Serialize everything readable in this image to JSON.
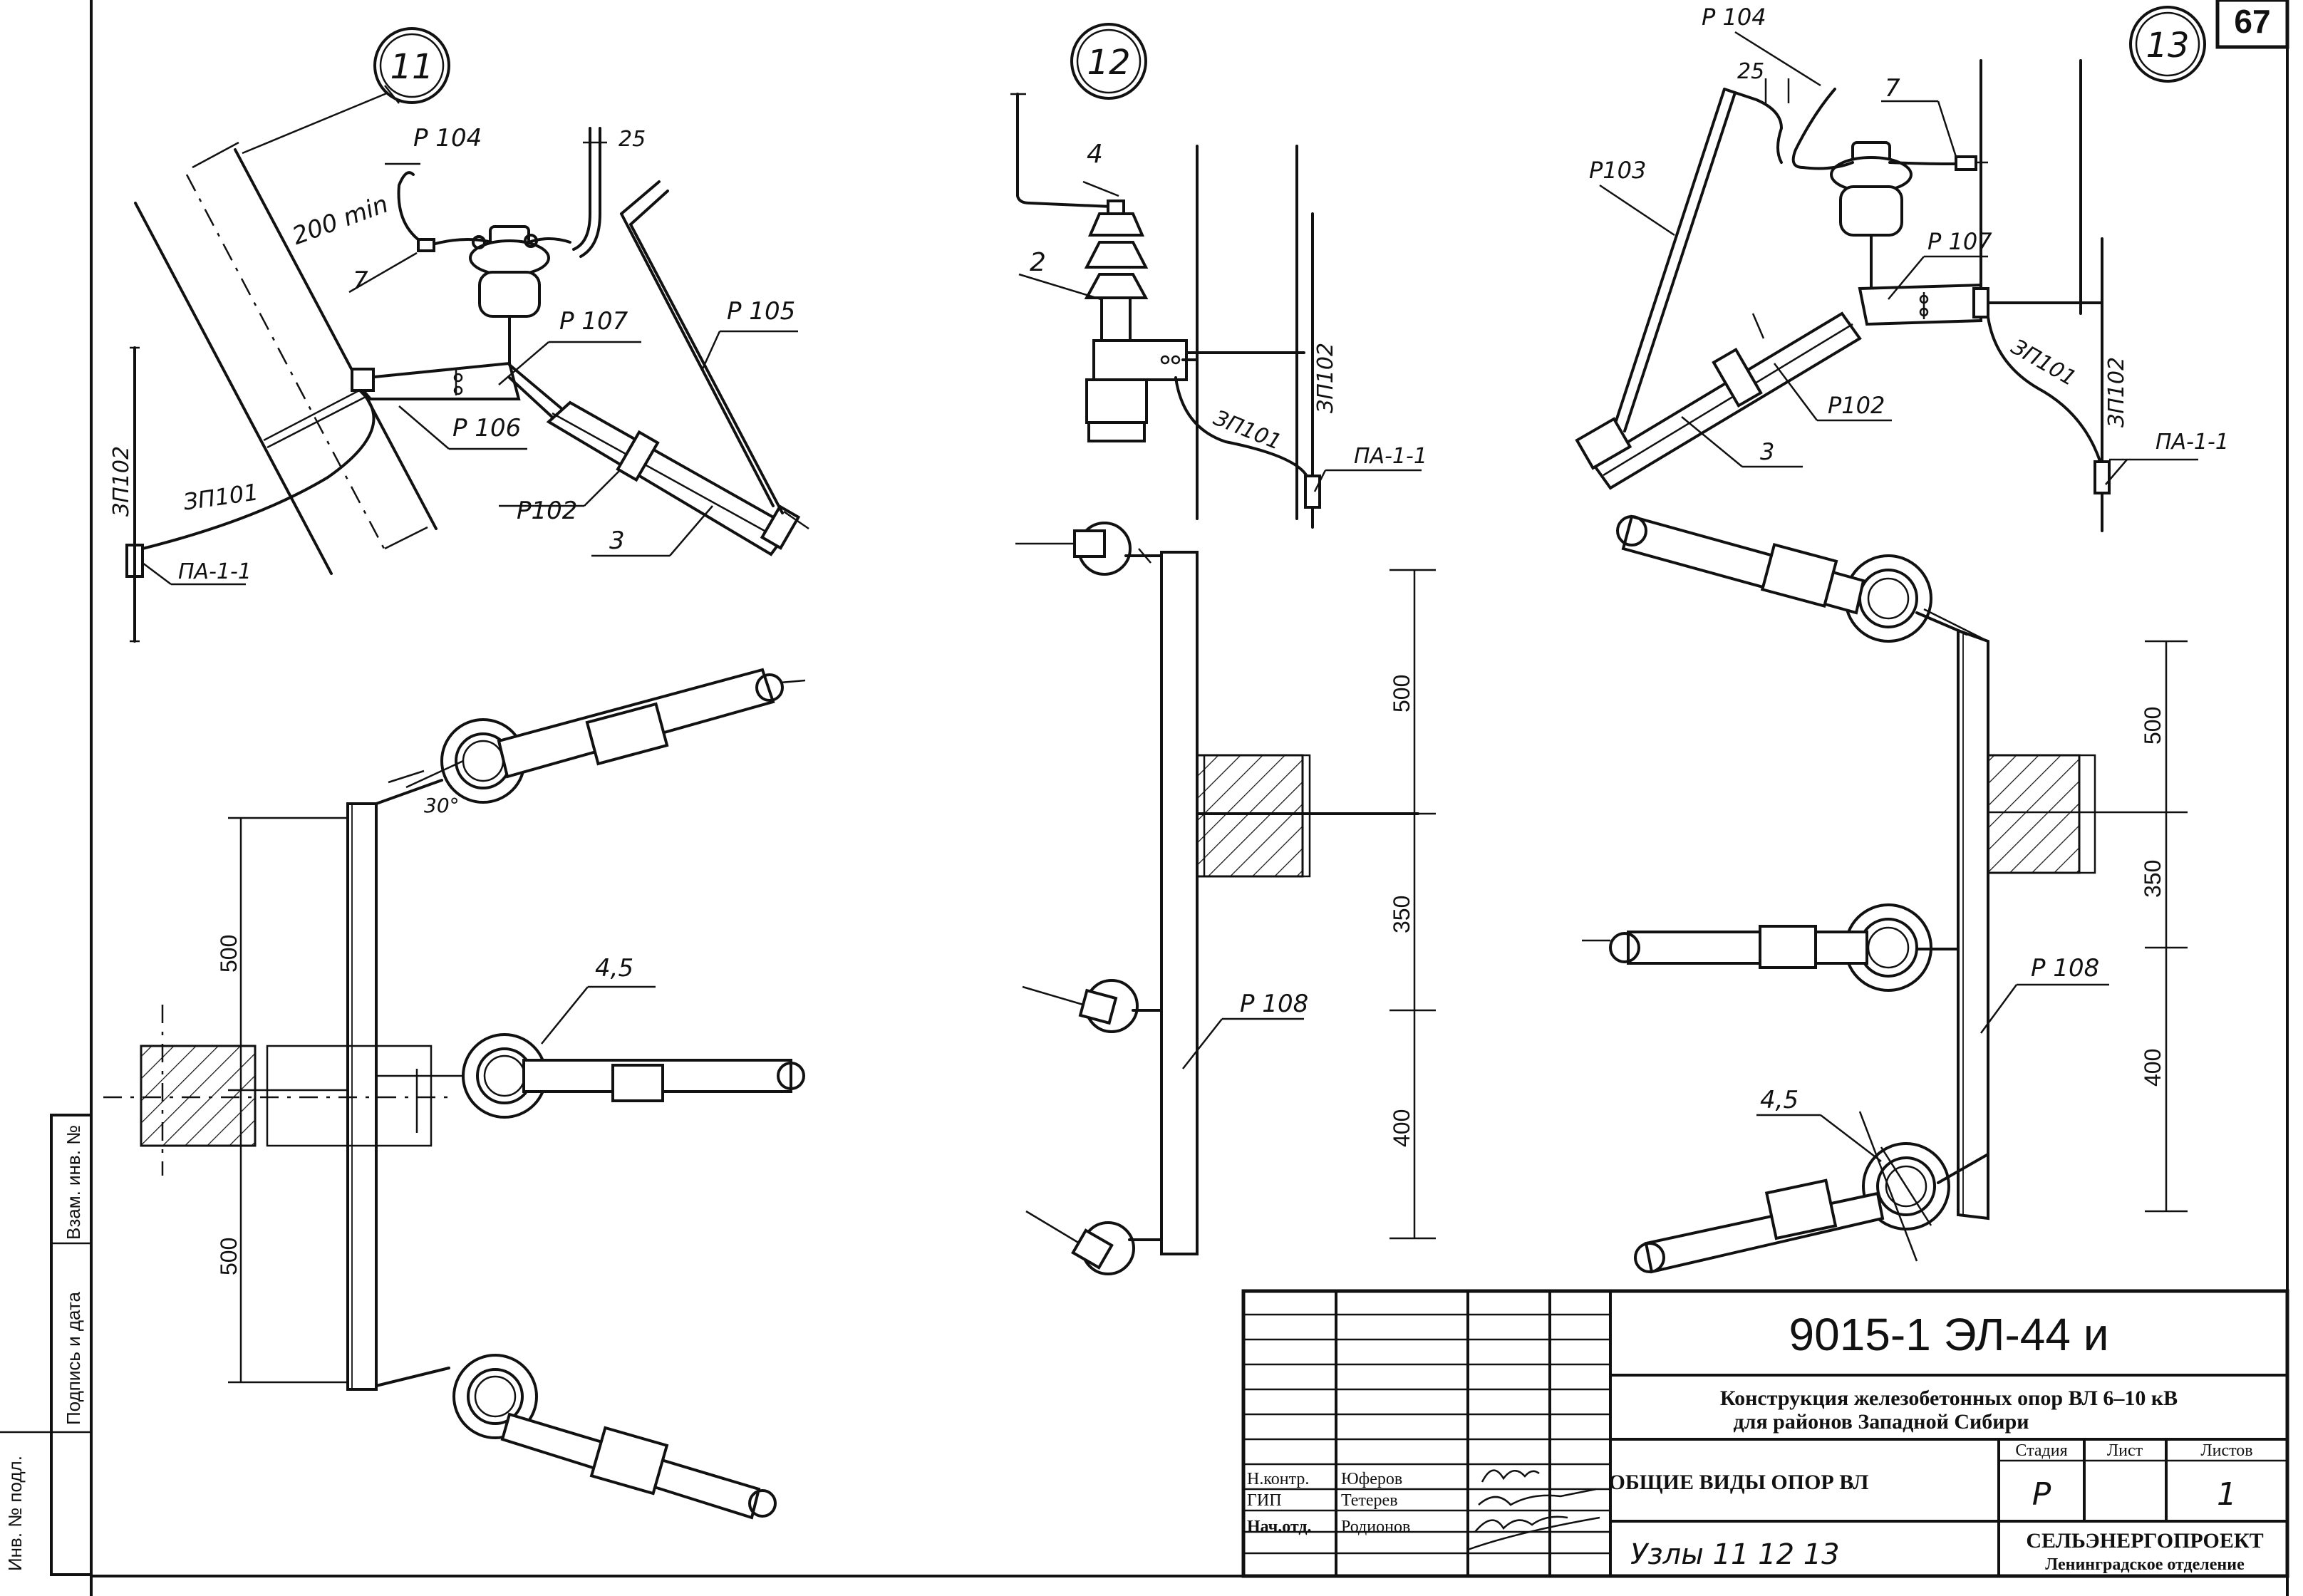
{
  "sheet": {
    "number": "67"
  },
  "nodes": {
    "n11": {
      "label": "11"
    },
    "n12": {
      "label": "12"
    },
    "n13": {
      "label": "13"
    }
  },
  "view11": {
    "top": {
      "p104": "Р 104",
      "min200": "200 min",
      "d25": "25",
      "c7": "7",
      "p107": "Р 107",
      "p105": "Р 105",
      "p106": "Р 106",
      "p102": "Р102",
      "c3": "3",
      "zp101": "ЗП101",
      "zp102": "ЗП102",
      "pa": "ПА-1-1"
    },
    "plan": {
      "angle": "30°",
      "dim_upper": "500",
      "dim_lower": "500",
      "c45": "4,5"
    }
  },
  "view12": {
    "top": {
      "c4": "4",
      "c2": "2",
      "zp101": "ЗП101",
      "zp102": "ЗП102",
      "pa": "ПА-1-1"
    },
    "plan": {
      "d500": "500",
      "d350": "350",
      "d400": "400",
      "p108": "Р 108"
    }
  },
  "view13": {
    "top": {
      "p104": "Р 104",
      "d25": "25",
      "c7": "7",
      "p103": "Р103",
      "p107": "Р 107",
      "p102": "Р102",
      "c3": "3",
      "zp101": "ЗП101",
      "zp102": "ЗП102",
      "pa": "ПА-1-1"
    },
    "plan": {
      "d500": "500",
      "d350": "350",
      "d400": "400",
      "p108": "Р 108",
      "c45": "4,5"
    }
  },
  "sidebar": {
    "vzam": "Взам. инв. №",
    "podpis": "Подпись и дата",
    "inv": "Инв. № подл."
  },
  "titleblock": {
    "code": "9015-1  ЭЛ-44 и",
    "desc_line1": "Конструкция железобетонных опор  ВЛ  6–10 кВ",
    "desc_line2": "для районов Западной Сибири",
    "drawing_title": "ОБЩИЕ ВИДЫ ОПОР  ВЛ",
    "subtitle": "Узлы 11 12 13",
    "roles": [
      "Н.контр.",
      "ГИП",
      "Нач.отд."
    ],
    "names": [
      "Юферов",
      "Тетерев",
      "Родионов"
    ],
    "stage_header": "Стадия",
    "sheet_header": "Лист",
    "sheets_header": "Листов",
    "stage": "Р",
    "sheet": "",
    "sheets": "1",
    "org": "СЕЛЬЭНЕРГОПРОЕКТ",
    "org_branch": "Ленинградское отделение"
  }
}
